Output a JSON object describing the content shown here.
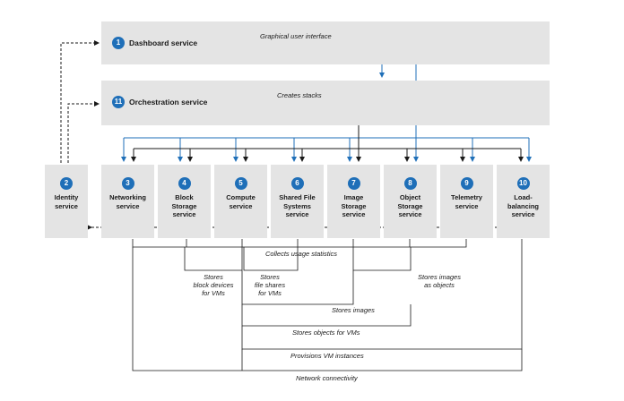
{
  "top_boxes": {
    "dashboard": {
      "number": "1",
      "name": "Dashboard service"
    },
    "orchestration": {
      "number": "11",
      "name": "Orchestration service"
    }
  },
  "cells": [
    {
      "number": "2",
      "label": "Identity\nservice"
    },
    {
      "number": "3",
      "label": "Networking\nservice"
    },
    {
      "number": "4",
      "label": "Block\nStorage\nservice"
    },
    {
      "number": "5",
      "label": "Compute\nservice"
    },
    {
      "number": "6",
      "label": "Shared File\nSystems\nservice"
    },
    {
      "number": "7",
      "label": "Image\nStorage\nservice"
    },
    {
      "number": "8",
      "label": "Object\nStorage\nservice"
    },
    {
      "number": "9",
      "label": "Telemetry\nservice"
    },
    {
      "number": "10",
      "label": "Load-\nbalancing\nservice"
    }
  ],
  "annotations": {
    "gui": "Graphical user interface",
    "stacks": "Creates stacks",
    "usage": "Collects usage statistics",
    "block_devices": "Stores\nblock devices\nfor VMs",
    "file_shares": "Stores\nfile shares\nfor VMs",
    "images_objects": "Stores images\nas objects",
    "images": "Stores images",
    "objects_vms": "Stores objects for VMs",
    "provisions": "Provisions VM instances",
    "network": "Network connectivity"
  },
  "colors": {
    "accent": "#1f6fb8",
    "box": "#e4e4e4",
    "line": "#1a1a1a"
  }
}
